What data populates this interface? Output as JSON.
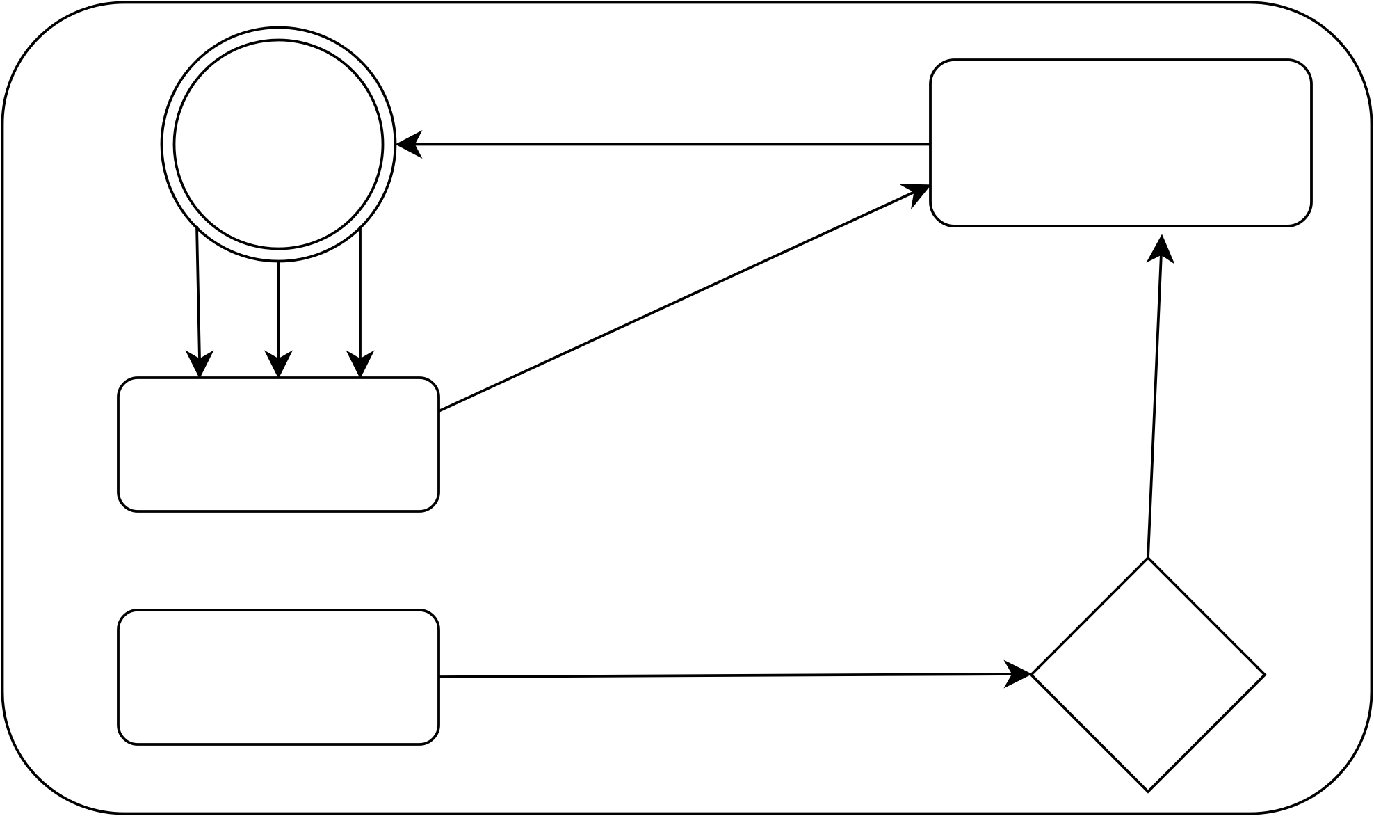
{
  "diagram": {
    "type": "state diagram",
    "colors": {
      "stroke": "#000000",
      "fill": "#ffffff",
      "arrowhead": "#000000"
    },
    "nodes": [
      {
        "id": "container",
        "shape": "rounded-rectangle",
        "label": ""
      },
      {
        "id": "final-state",
        "shape": "double-circle",
        "label": ""
      },
      {
        "id": "state-top-right",
        "shape": "rounded-rectangle",
        "label": ""
      },
      {
        "id": "state-middle-left",
        "shape": "rounded-rectangle",
        "label": ""
      },
      {
        "id": "state-bottom-left",
        "shape": "rounded-rectangle",
        "label": ""
      },
      {
        "id": "decision",
        "shape": "diamond",
        "label": ""
      }
    ],
    "edges": [
      {
        "from": "state-top-right",
        "to": "final-state",
        "label": ""
      },
      {
        "from": "final-state",
        "to": "state-middle-left",
        "label": ""
      },
      {
        "from": "final-state",
        "to": "state-middle-left",
        "label": ""
      },
      {
        "from": "final-state",
        "to": "state-middle-left",
        "label": ""
      },
      {
        "from": "state-middle-left",
        "to": "state-top-right",
        "label": ""
      },
      {
        "from": "state-bottom-left",
        "to": "decision",
        "label": ""
      },
      {
        "from": "decision",
        "to": "state-top-right",
        "label": ""
      }
    ]
  }
}
